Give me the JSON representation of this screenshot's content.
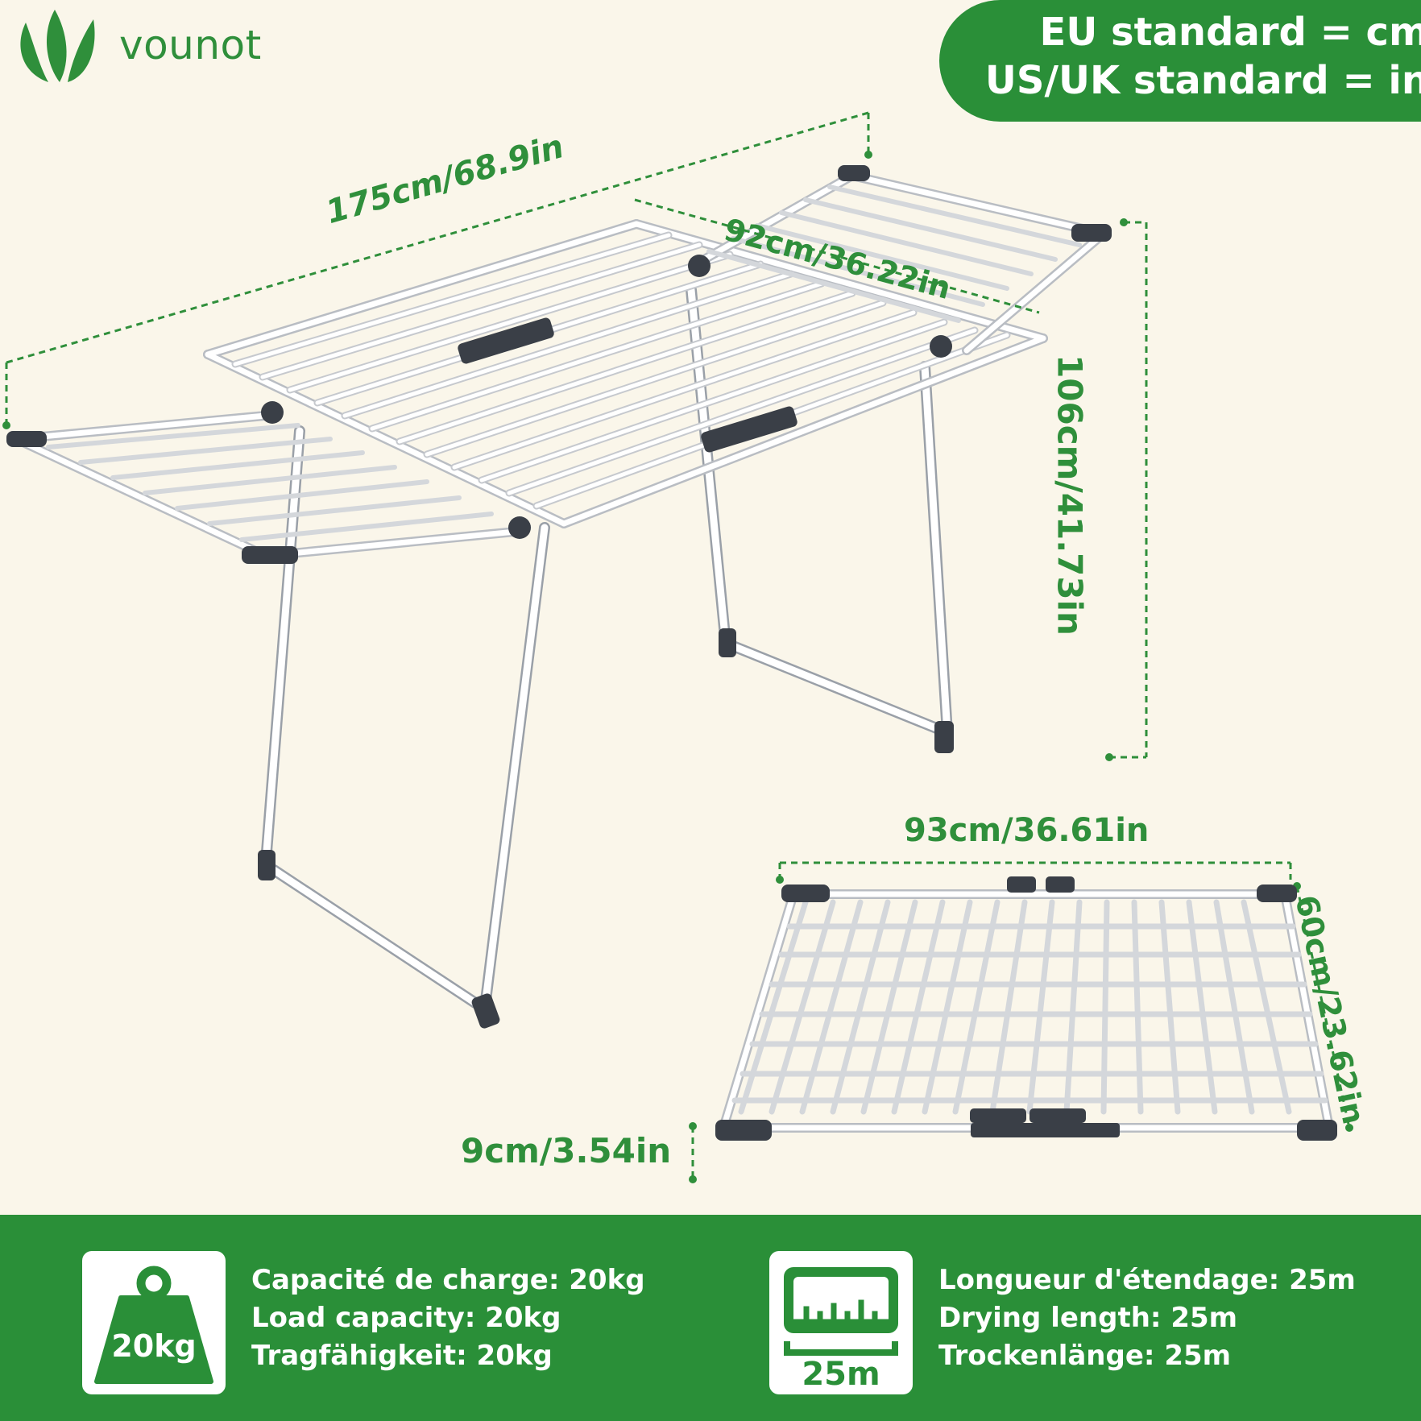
{
  "brand": {
    "name": "vounot",
    "logo_icon": "leaf-logo-icon"
  },
  "standards": {
    "line1": "EU standard = cm",
    "line2": "US/UK standard = in"
  },
  "dimensions": {
    "length": "175cm/68.9in",
    "wing_width": "92cm/36.22in",
    "height": "106cm/41.73in",
    "folded_width": "93cm/36.61in",
    "folded_depth": "60cm/23.62in",
    "folded_thickness": "9cm/3.54in"
  },
  "colors": {
    "brand_green": "#2a8f38",
    "background": "#faf6ea",
    "frame_white": "#ffffff",
    "joint_grey": "#3a3f47"
  },
  "features": {
    "load": {
      "icon": "weight-icon",
      "icon_text": "20kg",
      "lines": [
        "Capacité de charge: 20kg",
        "Load capacity: 20kg",
        "Tragfähigkeit: 20kg"
      ]
    },
    "drying": {
      "icon": "ruler-icon",
      "icon_text": "25m",
      "lines": [
        "Longueur d'étendage: 25m",
        "Drying length: 25m",
        "Trockenlänge: 25m"
      ]
    }
  }
}
